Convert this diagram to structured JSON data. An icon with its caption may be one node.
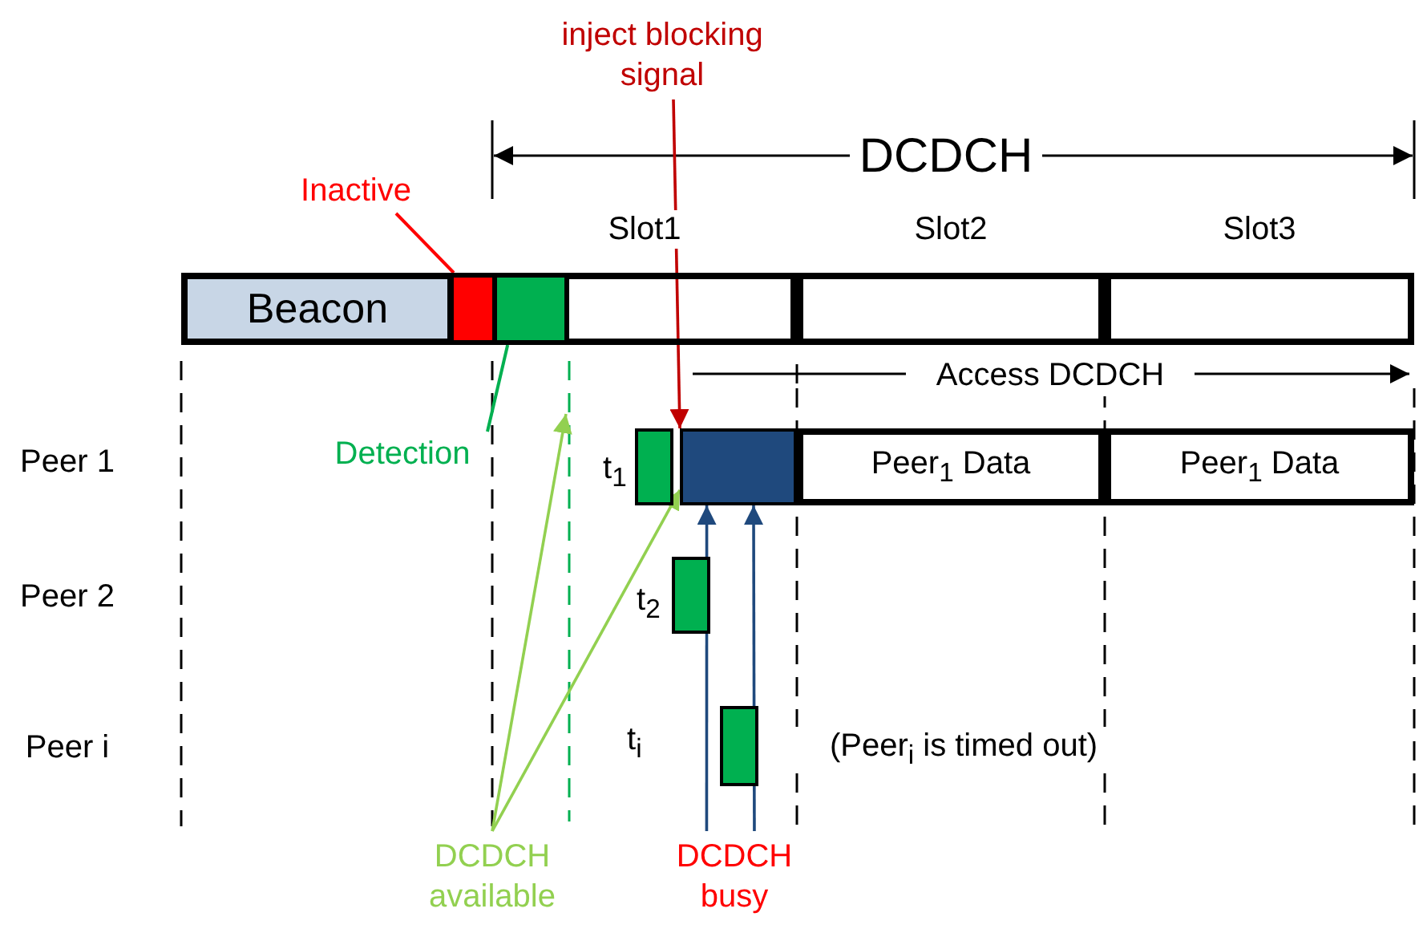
{
  "diagram": {
    "nodes": [
      {
        "text": [
          "inject blocking signal"
        ]
      },
      {
        "text": [
          "Inactive"
        ]
      },
      {
        "text": [
          "Slot1"
        ]
      },
      {
        "text": [
          "Slot2"
        ]
      },
      {
        "text": [
          "Slot3"
        ]
      },
      {
        "text": [
          "Beacon"
        ]
      },
      {
        "text": [],
        "shape": "box"
      },
      {
        "text": [],
        "shape": "box",
        "in": 2
      },
      {
        "text": [
          "Detection"
        ]
      },
      {
        "text": [],
        "shape": "box",
        "beside": [
          "t$_{1}$"
        ]
      },
      {
        "text": [],
        "shape": "box"
      },
      {
        "text": [
          "Peer$_{1}$ Data"
        ]
      },
      {
        "text": [
          "Peer$_{1}$ Data"
        ]
      },
      {
        "text": [],
        "shape": "box",
        "beside": [
          "t$_{2}$"
        ]
      },
      {
        "text": [],
        "shape": "box",
        "beside": [
          "t$_{i}$"
        ]
      },
      {
        "text": [
          "DCDCH available"
        ]
      },
      {
        "text": [
          "DCDCH busy"
        ]
      }
    ],
    "edges": [
      {
        "from": 0,
        "to": 10,
        "arrow": "to",
        "color": "#c00000"
      },
      {
        "from": 1,
        "to": 6,
        "arrow": "none",
        "color": "#ff0000"
      },
      {
        "from": 8,
        "to": 7,
        "arrow": "none",
        "color": "#00b050"
      },
      {
        "from": 15,
        "to": null,
        "arrow": "to",
        "color": "#92d050"
      },
      {
        "from": 15,
        "to": 10,
        "arrow": "to",
        "color": "#92d050"
      },
      {
        "from": 16,
        "to": 10,
        "arrow": "to",
        "color": "#1f497d"
      },
      {
        "from": 16,
        "to": 10,
        "arrow": "to",
        "color": "#1f497d"
      }
    ],
    "labels": [
      "DCDCH",
      "Access DCDCH",
      "Peer 1",
      "Peer 2",
      "Peer i",
      "(Peer$_{i}$ is timed out)"
    ]
  }
}
